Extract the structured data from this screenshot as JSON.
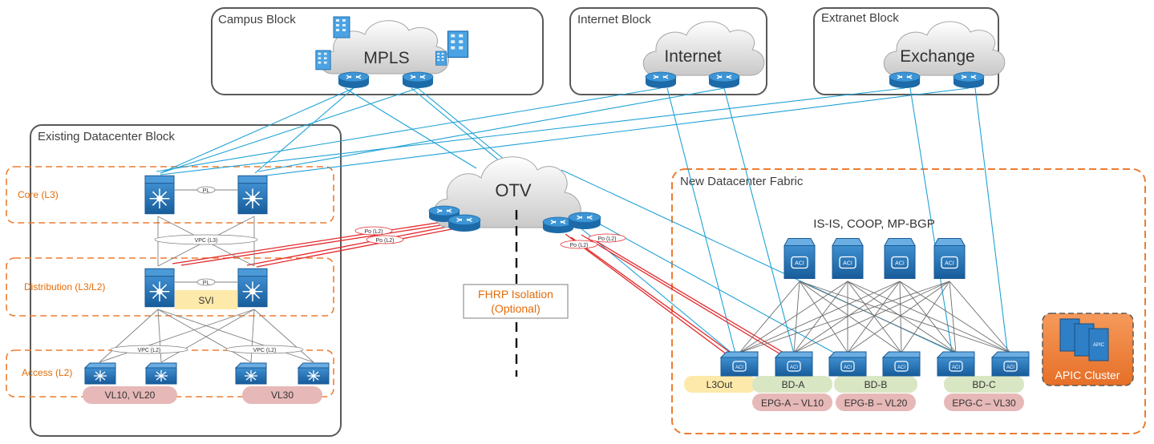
{
  "blocks": {
    "campus": "Campus Block",
    "internet": "Internet Block",
    "extranet": "Extranet Block",
    "existing_dc": "Existing Datacenter Block",
    "new_fabric": "New Datacenter Fabric"
  },
  "clouds": {
    "mpls": "MPLS",
    "internet": "Internet",
    "exchange": "Exchange",
    "otv": "OTV"
  },
  "layers": {
    "core": "Core (L3)",
    "distribution": "Distribution (L3/L2)",
    "access": "Access (L2)"
  },
  "links": {
    "pl": "PL",
    "vpc_l3": "VPC (L3)",
    "vpc_l2": "VPC (L2)",
    "po_l2": "Po (L2)"
  },
  "labels": {
    "svi": "SVI",
    "vl10_20": "VL10, VL20",
    "vl30": "VL30",
    "fhrp_line1": "FHRP Isolation",
    "fhrp_line2": "(Optional)",
    "protocols": "IS-IS, COOP, MP-BGP",
    "l3out": "L3Out",
    "bd_a": "BD-A",
    "bd_b": "BD-B",
    "bd_c": "BD-C",
    "epg_a": "EPG-A – VL10",
    "epg_b": "EPG-B – VL20",
    "epg_c": "EPG-C – VL30",
    "apic_cluster": "APIC Cluster",
    "aci": "ACI",
    "apic": "APIC"
  },
  "colors": {
    "box_border": "#595959",
    "dashed_orange": "#ed7d31",
    "link_blue": "#1fa2d6",
    "link_red": "#e3282b",
    "link_gray": "#7f7f7f",
    "device_blue": "#1f6fb2",
    "svi_fill": "#fde9a9",
    "l3out_fill": "#fde9a9",
    "bd_fill": "#d9e6c3",
    "epg_fill": "#e6b8b7",
    "apic_fill": "#f0813d"
  }
}
